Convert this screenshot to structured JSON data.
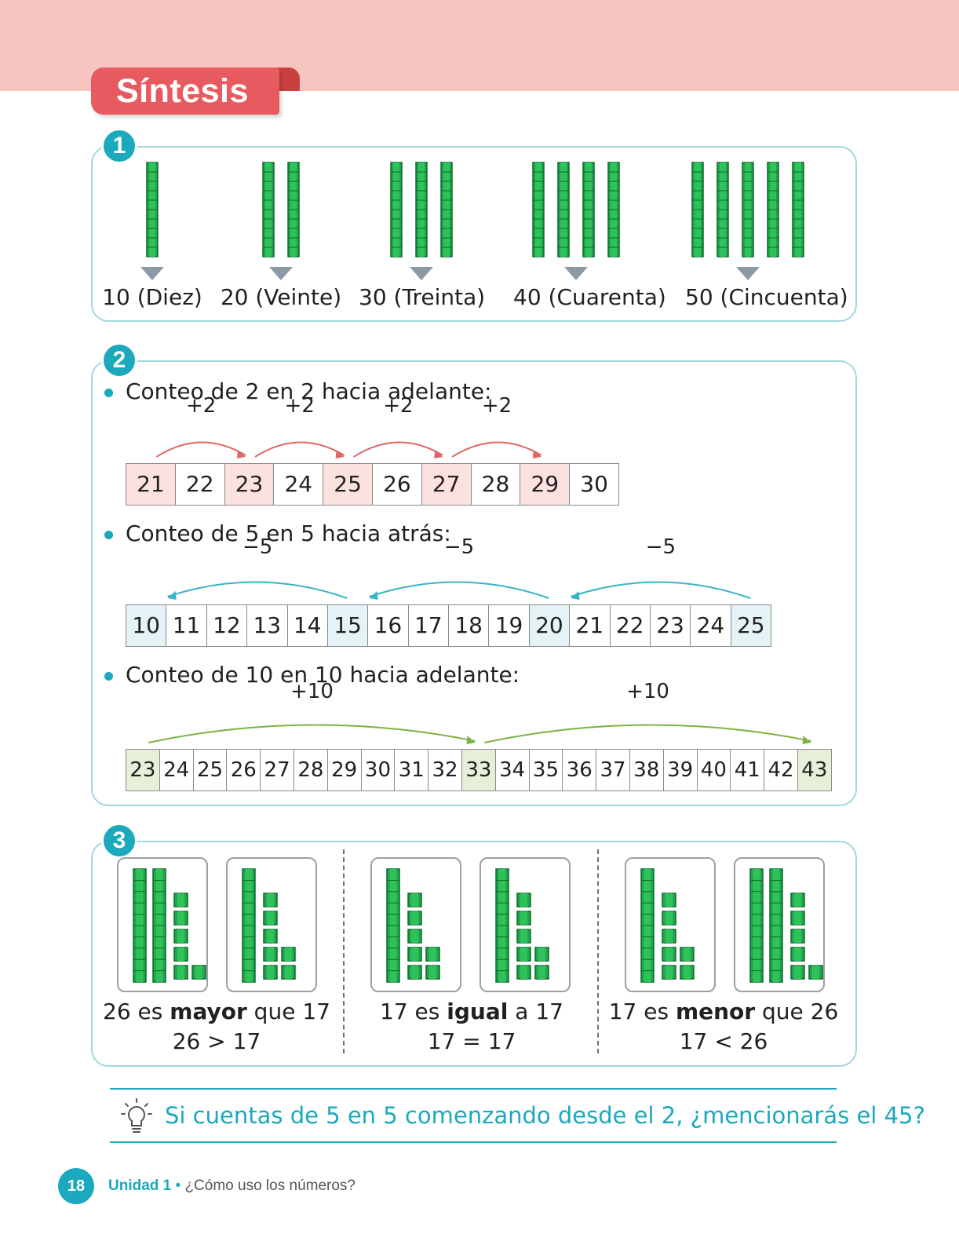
{
  "header": {
    "title": "Síntesis"
  },
  "section1": {
    "badge": "1",
    "tens": [
      {
        "rods": 1,
        "label": "10 (Diez)"
      },
      {
        "rods": 2,
        "label": "20 (Veinte)"
      },
      {
        "rods": 3,
        "label": "30 (Treinta)"
      },
      {
        "rods": 4,
        "label": "40 (Cuarenta)"
      },
      {
        "rods": 5,
        "label": "50 (Cincuenta)"
      }
    ]
  },
  "section2": {
    "badge": "2",
    "count_by_2": {
      "title": "Conteo de 2 en 2 hacia adelante:",
      "jump_label": "+2",
      "numbers": [
        "21",
        "22",
        "23",
        "24",
        "25",
        "26",
        "27",
        "28",
        "29",
        "30"
      ],
      "highlighted": [
        "21",
        "23",
        "25",
        "27",
        "29"
      ],
      "highlight_color": "#fbe1df",
      "arrow_color": "#e06666"
    },
    "count_by_5": {
      "title": "Conteo de 5 en 5 hacia atrás:",
      "jump_label": "−5",
      "numbers": [
        "10",
        "11",
        "12",
        "13",
        "14",
        "15",
        "16",
        "17",
        "18",
        "19",
        "20",
        "21",
        "22",
        "23",
        "24",
        "25"
      ],
      "highlighted": [
        "10",
        "15",
        "20",
        "25"
      ],
      "highlight_color": "#e3f3f6",
      "arrow_color": "#3bb3c6"
    },
    "count_by_10": {
      "title": "Conteo de 10 en 10 hacia adelante:",
      "jump_label": "+10",
      "numbers": [
        "23",
        "24",
        "25",
        "26",
        "27",
        "28",
        "29",
        "30",
        "31",
        "32",
        "33",
        "34",
        "35",
        "36",
        "37",
        "38",
        "39",
        "40",
        "41",
        "42",
        "43"
      ],
      "highlighted": [
        "23",
        "33",
        "43"
      ],
      "highlight_color": "#e6efd7",
      "arrow_color": "#7cb342"
    }
  },
  "section3": {
    "badge": "3",
    "comparisons": [
      {
        "left": {
          "tens": 2,
          "ones": 6
        },
        "right": {
          "tens": 1,
          "ones": 7
        },
        "pre": "26 es ",
        "word": "mayor",
        "post": " que 17",
        "expr": "26 > 17"
      },
      {
        "left": {
          "tens": 1,
          "ones": 7
        },
        "right": {
          "tens": 1,
          "ones": 7
        },
        "pre": "17 es ",
        "word": "igual",
        "post": " a 17",
        "expr": "17 = 17"
      },
      {
        "left": {
          "tens": 1,
          "ones": 7
        },
        "right": {
          "tens": 2,
          "ones": 6
        },
        "pre": "17 es ",
        "word": "menor",
        "post": " que 26",
        "expr": "17 < 26"
      }
    ]
  },
  "tip": {
    "text": "Si cuentas de 5 en 5 comenzando desde el 2, ¿mencionarás el 45?",
    "icon": "lightbulb-icon"
  },
  "footer": {
    "page_number": "18",
    "unit": "Unidad 1",
    "separator": "•",
    "subtitle": "¿Cómo uso los números?"
  },
  "colors": {
    "accent": "#1aa9bd",
    "title_tab": "#e75a5f",
    "top_band": "#f6c5c0",
    "block_green": "#1fa64a"
  }
}
